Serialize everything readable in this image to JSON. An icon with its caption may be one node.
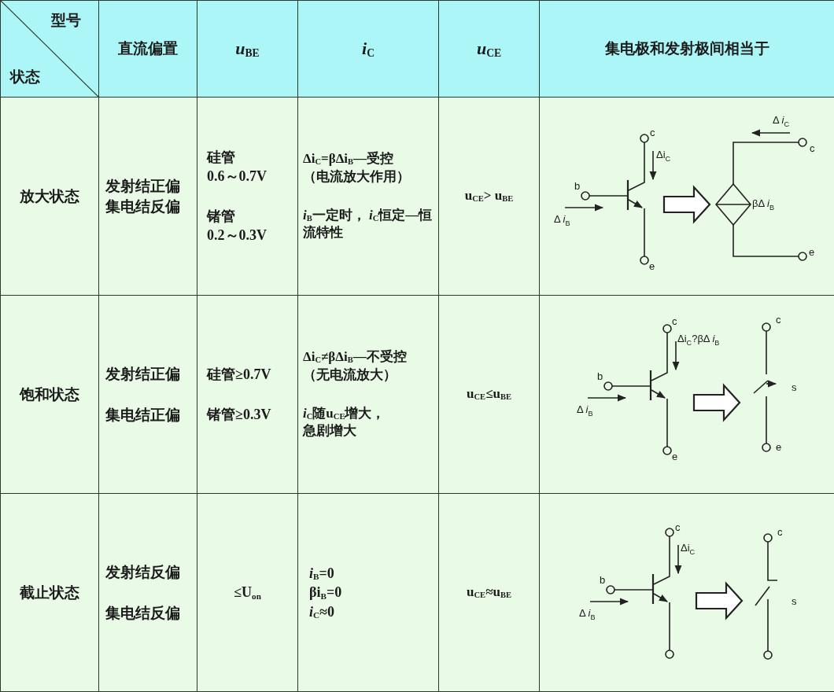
{
  "diagram": {
    "labels": [
      "型号",
      "状态",
      "直流偏置",
      "*u*$_{BE}$",
      "*i*$_{C}$",
      "*u*$_{CE}$",
      "集电极和发射极间相当于",
      "放大状态",
      "发射结正偏",
      "集电结反偏",
      "硅管",
      "0.6～0.7V",
      "锗管",
      "0.2～0.3V",
      "Δi$_{C}$=βΔi$_{B}$—受控",
      "（电流放大作用）",
      "*i*$_{B}$一定时， *i*$_{C}$恒定—恒流特性",
      "u$_{CE}$> u$_{BE}$",
      "c",
      "Δi$_{C}$",
      "b",
      "Δ *i*$_{B}$",
      "e",
      "Δ *i*$_{C}$",
      "c",
      "βΔ *i*$_{B}$",
      "e",
      "饱和状态",
      "发射结正偏",
      "集电结正偏",
      "硅管≥0.7V",
      "锗管≥0.3V",
      "Δi$_{C}$≠βΔi$_{B}$—不受控",
      "（无电流放大）",
      "*i*$_{C}$随u$_{CE}$增大，",
      "急剧增大",
      "u$_{CE}$≤u$_{BE}$",
      "c",
      "Δi$_{C}$?βΔ *i*$_{B}$",
      "b",
      "Δ *i*$_{B}$",
      "e",
      "c",
      "s",
      "e",
      "截止状态",
      "发射结反偏",
      "集电结反偏",
      "≤U$_{on}$",
      "*i*$_{B}$=0",
      "βi$_{B}$=0",
      "*i*$_{C}$≈0",
      "u$_{CE}$≈u$_{BE}$",
      "c",
      "Δi$_{C}$",
      "b",
      "Δ *i*$_{B}$",
      "c",
      "s"
    ]
  }
}
